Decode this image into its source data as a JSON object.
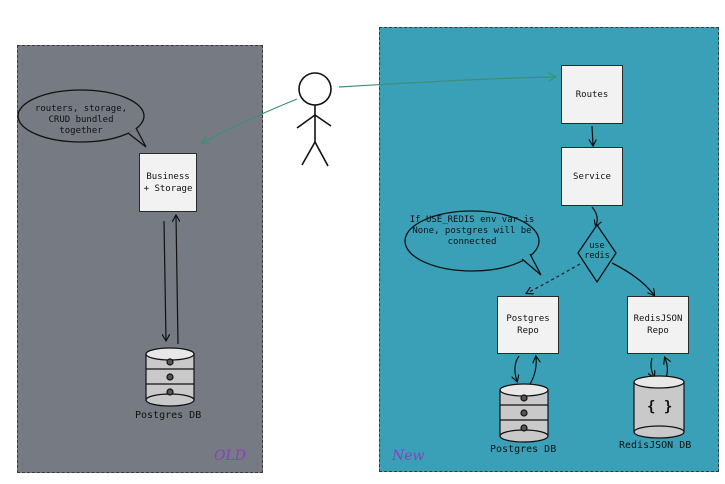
{
  "old": {
    "tag": "OLD",
    "bubble_text": "routers, storage, CRUD bundled together",
    "box_label": "Business + Storage",
    "db_label": "Postgres DB"
  },
  "new": {
    "tag": "New",
    "routes_label": "Routes",
    "service_label": "Service",
    "decision_label": "use redis",
    "bubble_text": "If USE_REDIS env var is None, postgres will be connected",
    "postgres_repo_label": "Postgres Repo",
    "redis_repo_label": "RedisJSON Repo",
    "postgres_db_label": "Postgres DB",
    "redis_db_label": "RedisJSON DB",
    "redis_db_icon": "{ }"
  },
  "colors": {
    "old_panel": "#767a82",
    "new_panel": "#3aa0b8",
    "arrow_green": "#3d8f76",
    "tag_purple": "#8a3fbf"
  }
}
